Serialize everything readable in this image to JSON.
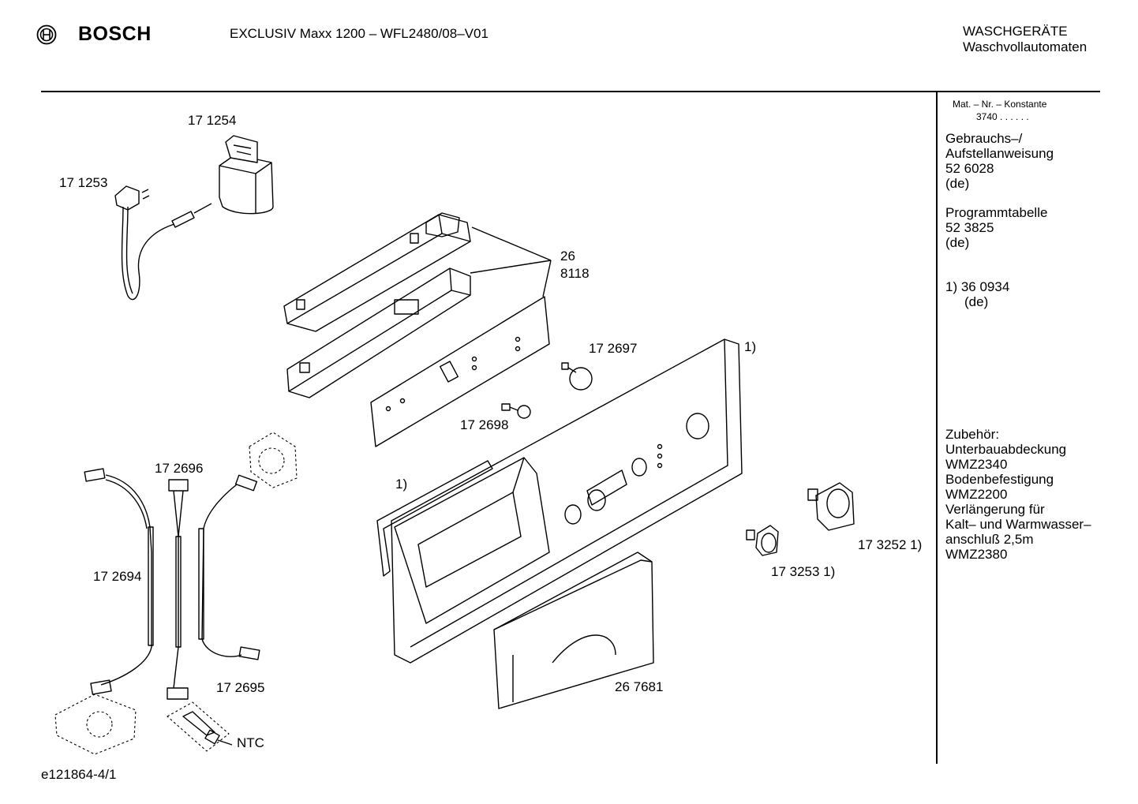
{
  "header": {
    "brand": "BOSCH",
    "model": "EXCLUSIV Maxx 1200 – WFL2480/08–V01",
    "category_line1": "WASCHGERÄTE",
    "category_line2": "Waschvollautomaten"
  },
  "sidebar": {
    "mat_label": "Mat. – Nr. – Konstante",
    "mat_value": "3740 . .  . . . .",
    "manual_l1": "Gebrauchs–/",
    "manual_l2": "Aufstellanweisung",
    "manual_no": "52 6028",
    "manual_lang": "(de)",
    "prog_l1": "Programmtabelle",
    "prog_no": "52 3825",
    "prog_lang": "(de)",
    "note_no": "1) 36 0934",
    "note_lang": "(de)",
    "acc_l1": "Zubehör:",
    "acc_l2": "Unterbauabdeckung",
    "acc_l3": "WMZ2340",
    "acc_l4": "Bodenbefestigung",
    "acc_l5": "WMZ2200",
    "acc_l6": "Verlängerung für",
    "acc_l7": "Kalt– und Warmwasser–",
    "acc_l8": "anschluß 2,5m",
    "acc_l9": "WMZ2380"
  },
  "parts": {
    "p1711254": "17 1254",
    "p1711253": "17 1253",
    "p26": "26",
    "p8118": "8118",
    "p172697": "17 2697",
    "note1_top": "1)",
    "p172698": "17 2698",
    "p172696": "17 2696",
    "note1_left": "1)",
    "p172694": "17 2694",
    "p1732521": "17 3252 1)",
    "p1732531": "17 3253 1)",
    "p172695": "17 2695",
    "p267681": "26 7681",
    "ntc": "NTC"
  },
  "footer": {
    "drawing_id": "e121864-4/1"
  }
}
